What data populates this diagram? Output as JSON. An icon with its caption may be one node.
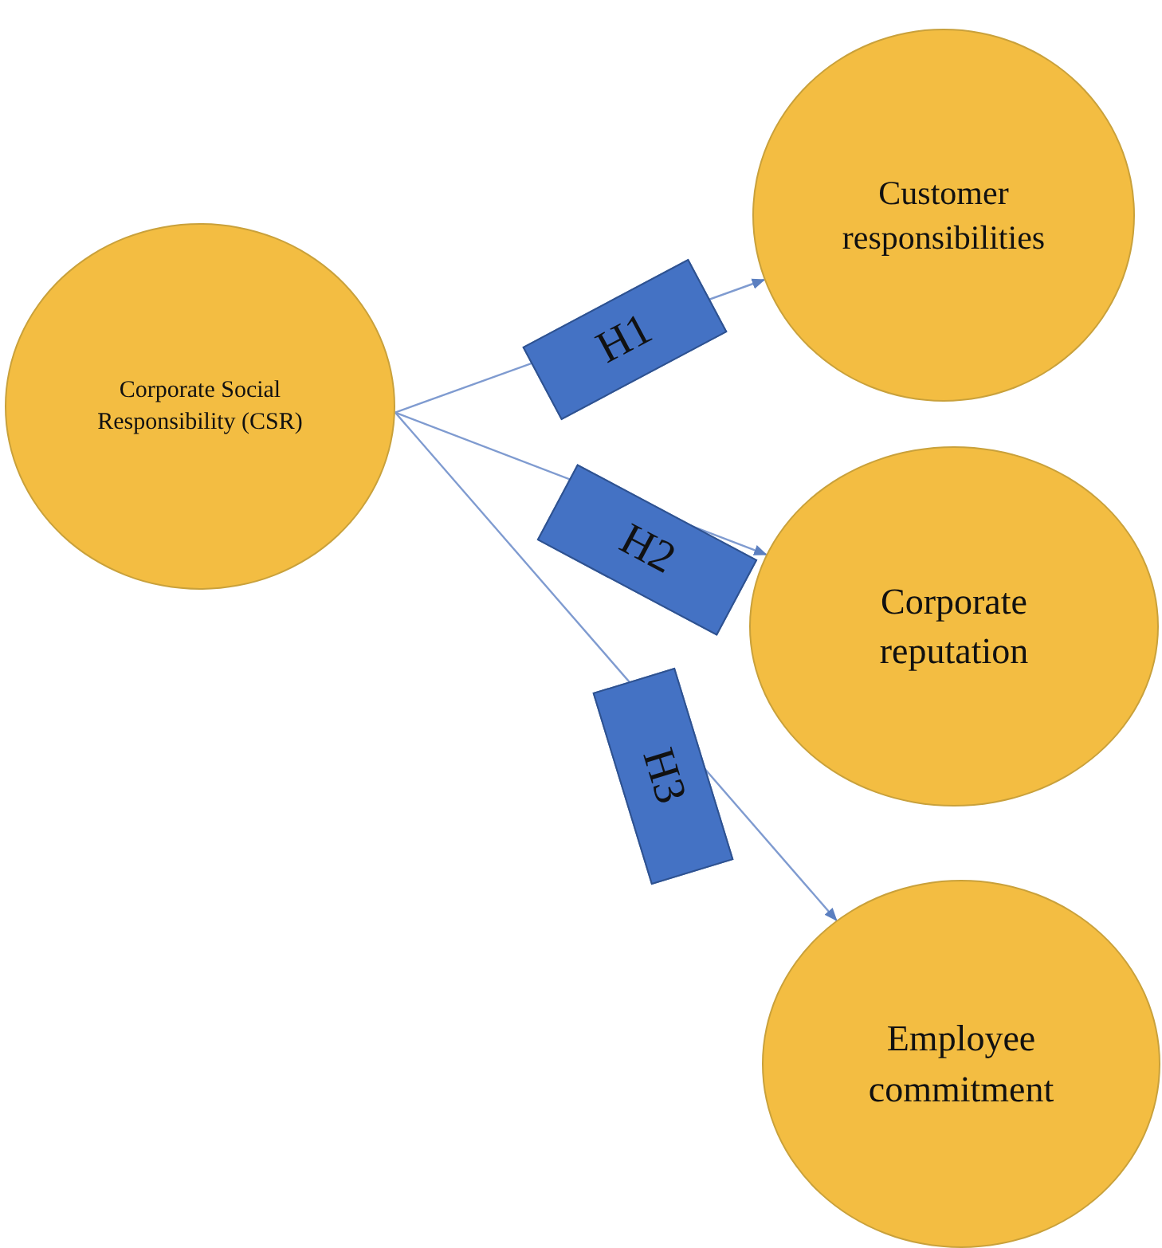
{
  "diagram": {
    "nodes": [
      {
        "text": [
          "Corporate Social Responsibility (CSR)"
        ]
      },
      {
        "text": [
          "Customer responsibilities"
        ]
      },
      {
        "text": [
          "Corporate reputation"
        ]
      },
      {
        "text": [
          "Employee commitment"
        ]
      }
    ],
    "edges": [
      {
        "from": 0,
        "to": 1,
        "arrow": "to",
        "label": "H1"
      },
      {
        "from": 0,
        "to": 2,
        "arrow": "to",
        "label": "H2"
      },
      {
        "from": 0,
        "to": 3,
        "arrow": "to",
        "label": "H3"
      }
    ]
  }
}
